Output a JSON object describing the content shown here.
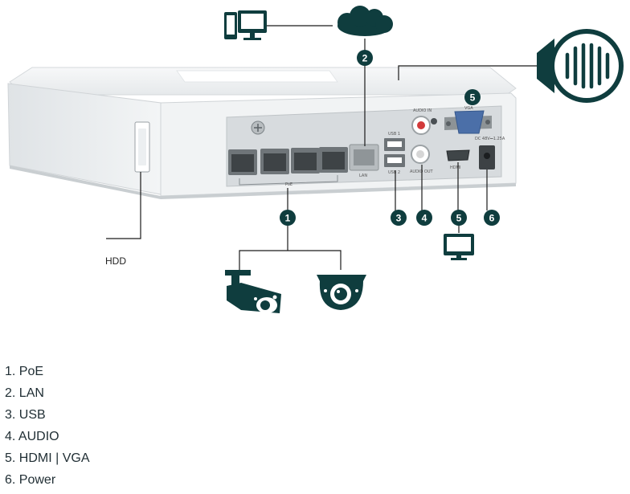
{
  "labels": {
    "hdd": "HDD",
    "port_poe": "PoE",
    "port_lan": "LAN",
    "port_usb1": "USB 1",
    "port_usb2": "USB 2",
    "port_audio_in": "AUDIO IN",
    "port_audio_out": "AUDIO OUT",
    "port_hdmi": "HDMI",
    "port_vga": "VGA",
    "port_power_spec": "DC 48V⎓1.25A"
  },
  "callouts": [
    "1",
    "2",
    "3",
    "4",
    "5",
    "6",
    "5"
  ],
  "legend": [
    "1. PoE",
    "2. LAN",
    "3. USB",
    "4. AUDIO",
    "5. HDMI | VGA",
    "6. Power"
  ],
  "colors": {
    "accent": "#0f3d3e",
    "device_body": "#eef1f3",
    "port_panel": "#d7dbde"
  },
  "icons": [
    "computer-icon",
    "cloud-icon",
    "monitor-icon",
    "bullet-camera-icon",
    "dome-camera-icon",
    "speaker-grille-icon"
  ]
}
